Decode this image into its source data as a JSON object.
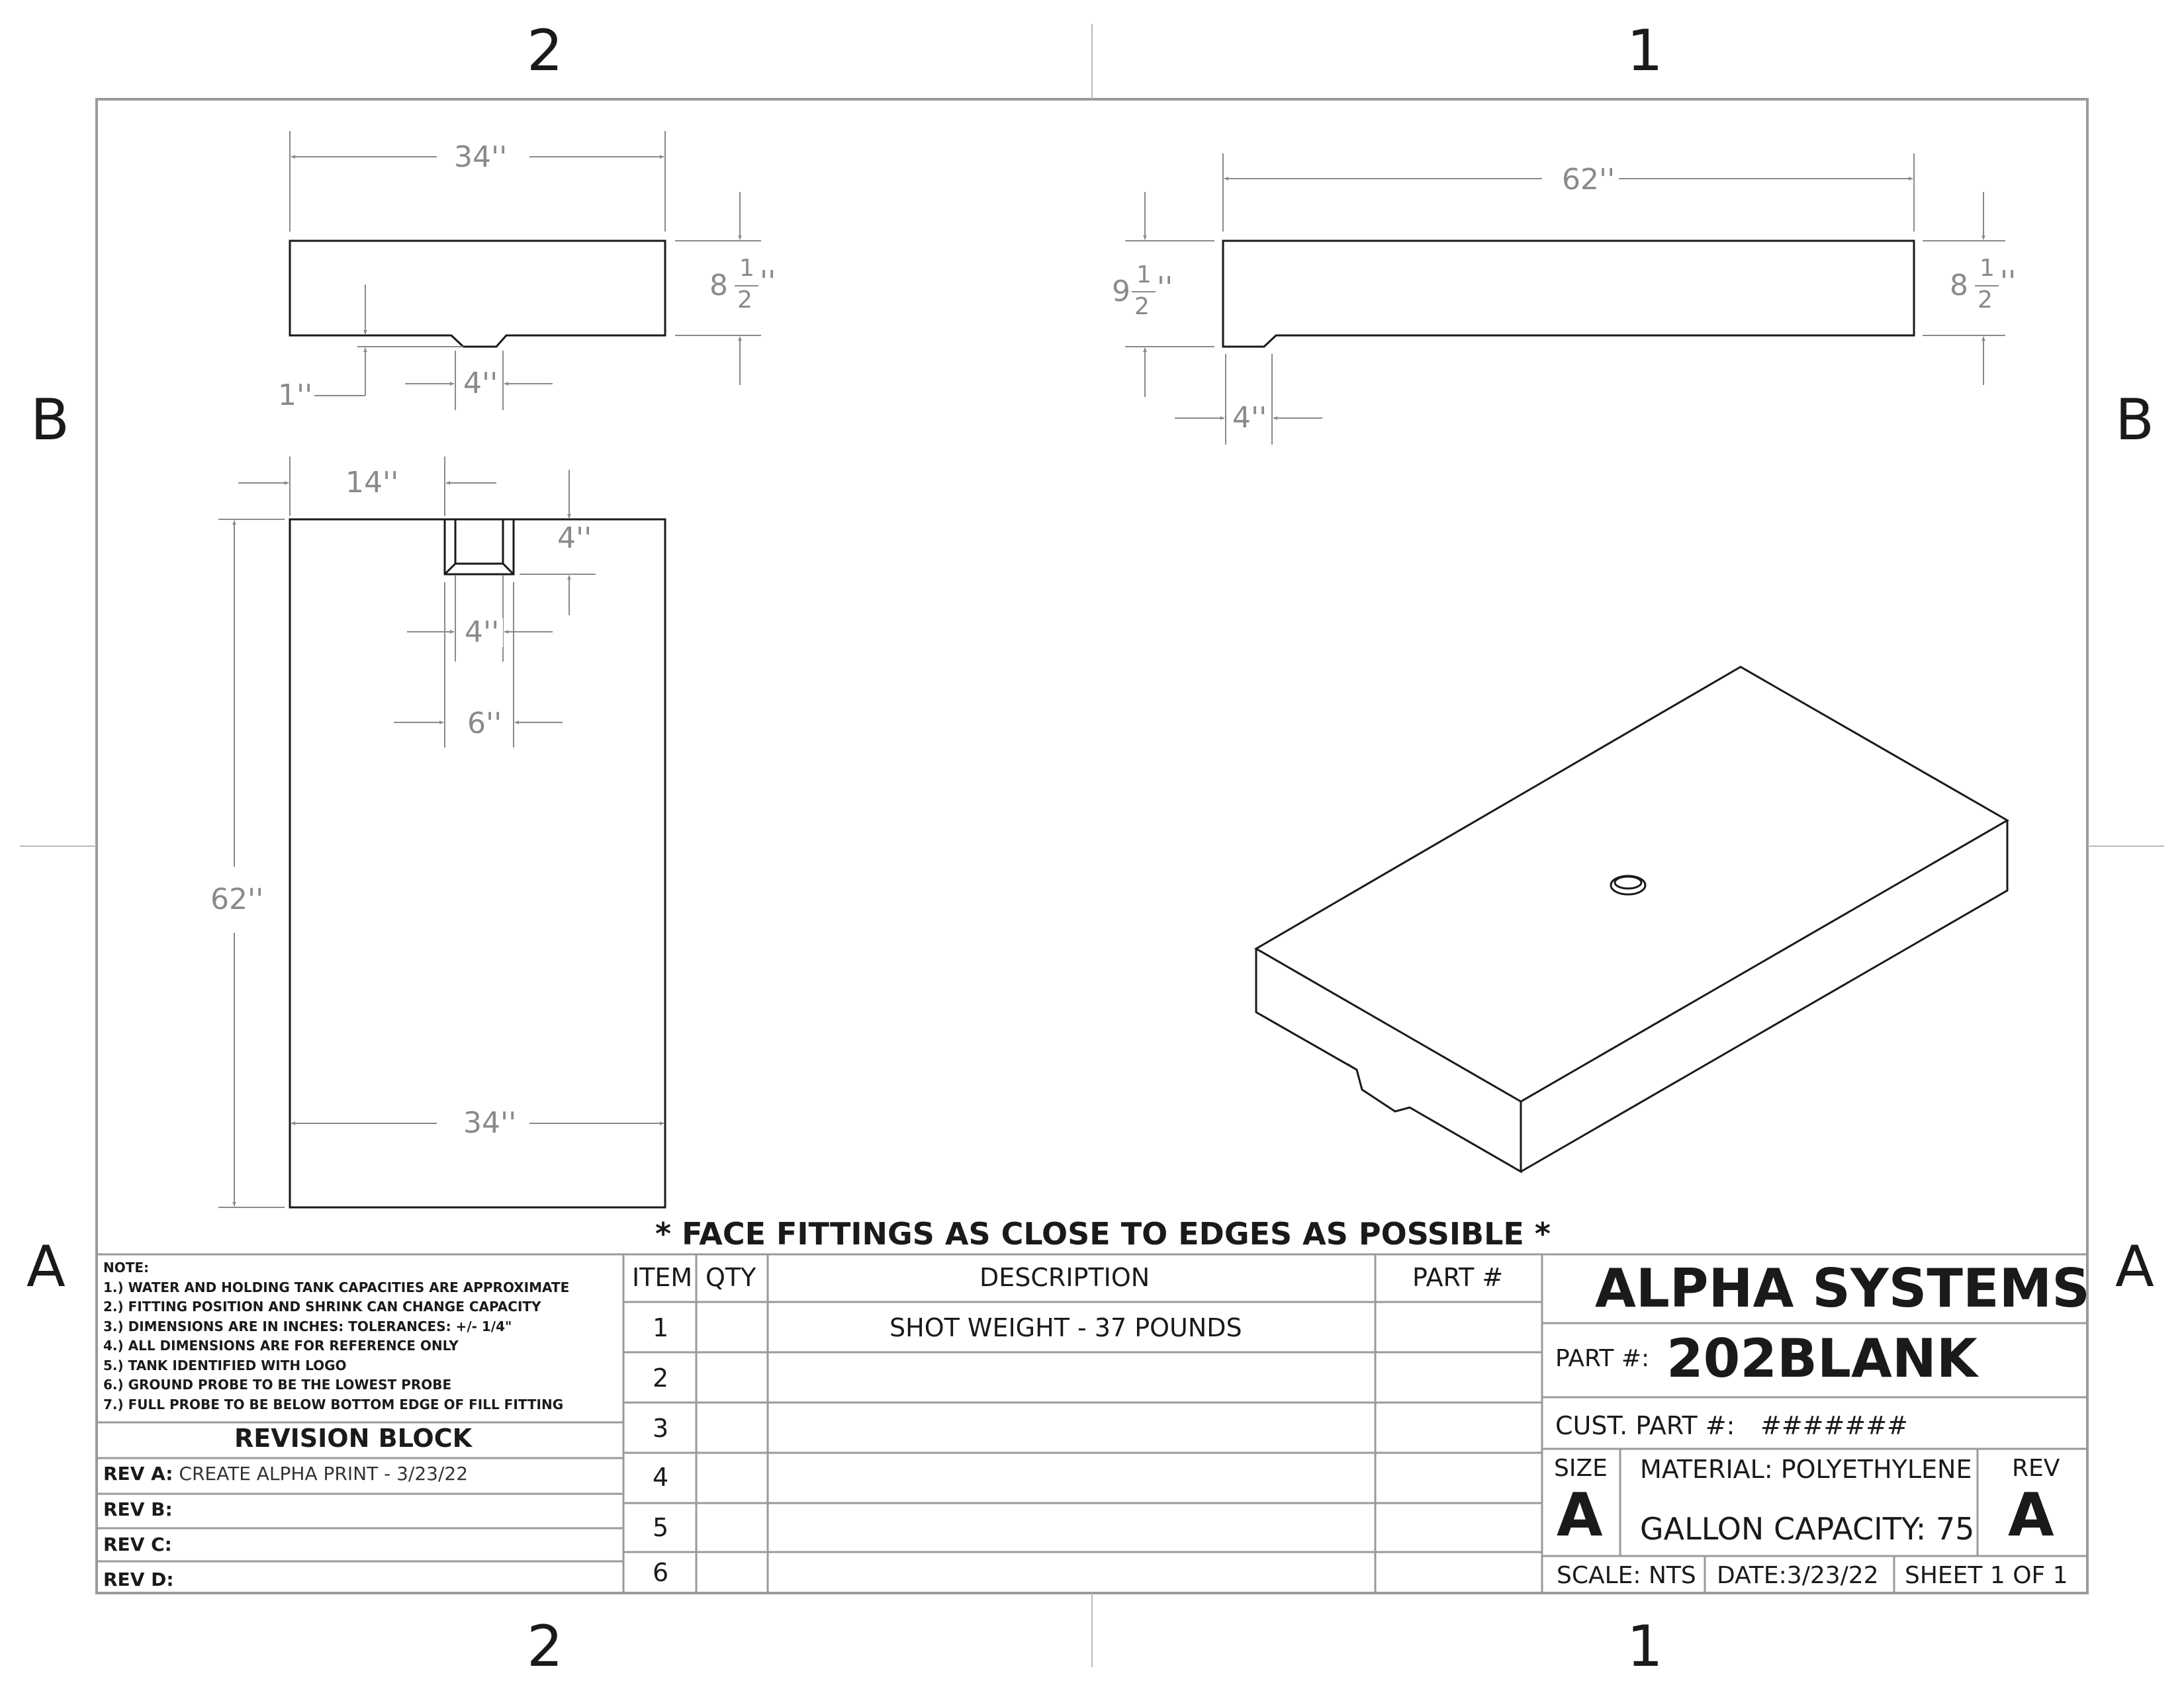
{
  "zones": {
    "col_left": "2",
    "col_right": "1",
    "row_top": "B",
    "row_bottom": "A"
  },
  "views": {
    "front": {
      "width": "34''",
      "height_whole": "8",
      "height_num": "1",
      "height_den": "2",
      "height_unit": "''",
      "notch_depth": "1''",
      "notch_width": "4''"
    },
    "side": {
      "length": "62''",
      "left_whole": "9",
      "left_num": "1",
      "left_den": "2",
      "left_unit": "''",
      "right_whole": "8",
      "right_num": "1",
      "right_den": "2",
      "right_unit": "''",
      "notch_width": "4''"
    },
    "top": {
      "offset": "14''",
      "notch_depth": "4''",
      "inner_width": "4''",
      "outer_width": "6''",
      "length": "62''",
      "width": "34''"
    }
  },
  "banner": "* FACE FITTINGS AS CLOSE TO EDGES AS POSSIBLE *",
  "notes": {
    "title": "NOTE:",
    "lines": [
      "1.) WATER AND HOLDING TANK CAPACITIES ARE APPROXIMATE",
      "2.) FITTING POSITION AND SHRINK CAN CHANGE CAPACITY",
      "3.) DIMENSIONS ARE IN INCHES: TOLERANCES: +/-  1/4\"",
      "4.) ALL DIMENSIONS ARE FOR REFERENCE ONLY",
      "5.) TANK IDENTIFIED WITH LOGO",
      "6.) GROUND PROBE TO BE THE LOWEST PROBE",
      "7.) FULL PROBE TO BE BELOW BOTTOM EDGE OF FILL FITTING"
    ]
  },
  "revision": {
    "title": "REVISION BLOCK",
    "rows": [
      {
        "label": "REV A:",
        "text": "CREATE ALPHA PRINT - 3/23/22"
      },
      {
        "label": "REV B:",
        "text": ""
      },
      {
        "label": "REV C:",
        "text": ""
      },
      {
        "label": "REV D:",
        "text": ""
      }
    ]
  },
  "bom": {
    "headers": {
      "item": "ITEM",
      "qty": "QTY",
      "description": "DESCRIPTION",
      "part": "PART #"
    },
    "rows": [
      {
        "item": "1",
        "qty": "",
        "description": "SHOT WEIGHT - 37 POUNDS",
        "part": ""
      },
      {
        "item": "2",
        "qty": "",
        "description": "",
        "part": ""
      },
      {
        "item": "3",
        "qty": "",
        "description": "",
        "part": ""
      },
      {
        "item": "4",
        "qty": "",
        "description": "",
        "part": ""
      },
      {
        "item": "5",
        "qty": "",
        "description": "",
        "part": ""
      },
      {
        "item": "6",
        "qty": "",
        "description": "",
        "part": ""
      }
    ]
  },
  "title_block": {
    "company": "ALPHA SYSTEMS",
    "part_label": "PART #:",
    "part_number": "202BLANK",
    "cust_label": "CUST. PART #:",
    "cust_value": "#######",
    "size_label": "SIZE",
    "size_value": "A",
    "material": "MATERIAL: POLYETHYLENE",
    "capacity": "GALLON CAPACITY: 75",
    "rev_label": "REV",
    "rev_value": "A",
    "scale": "SCALE: NTS",
    "date": "DATE:3/23/22",
    "sheet": "SHEET 1 OF 1"
  },
  "colors": {
    "line": "#1a1a1a",
    "dimension": "#8a8a8a",
    "border": "#9a9a9a"
  }
}
